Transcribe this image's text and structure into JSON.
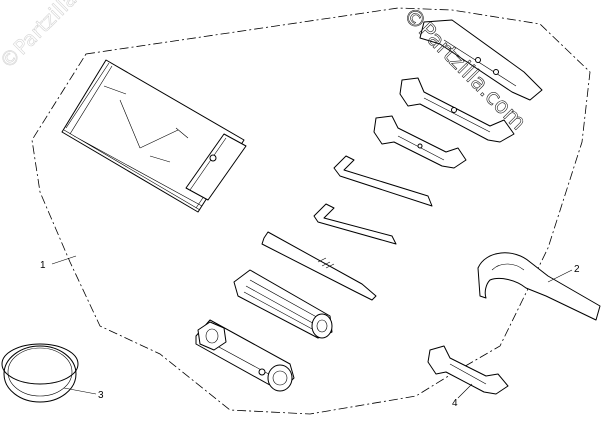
{
  "watermarks": {
    "main": "©Partzilla.com",
    "faint": "©Partzilla.com"
  },
  "callouts": {
    "c1": "1",
    "c2": "2",
    "c3": "3",
    "c4": "4"
  }
}
